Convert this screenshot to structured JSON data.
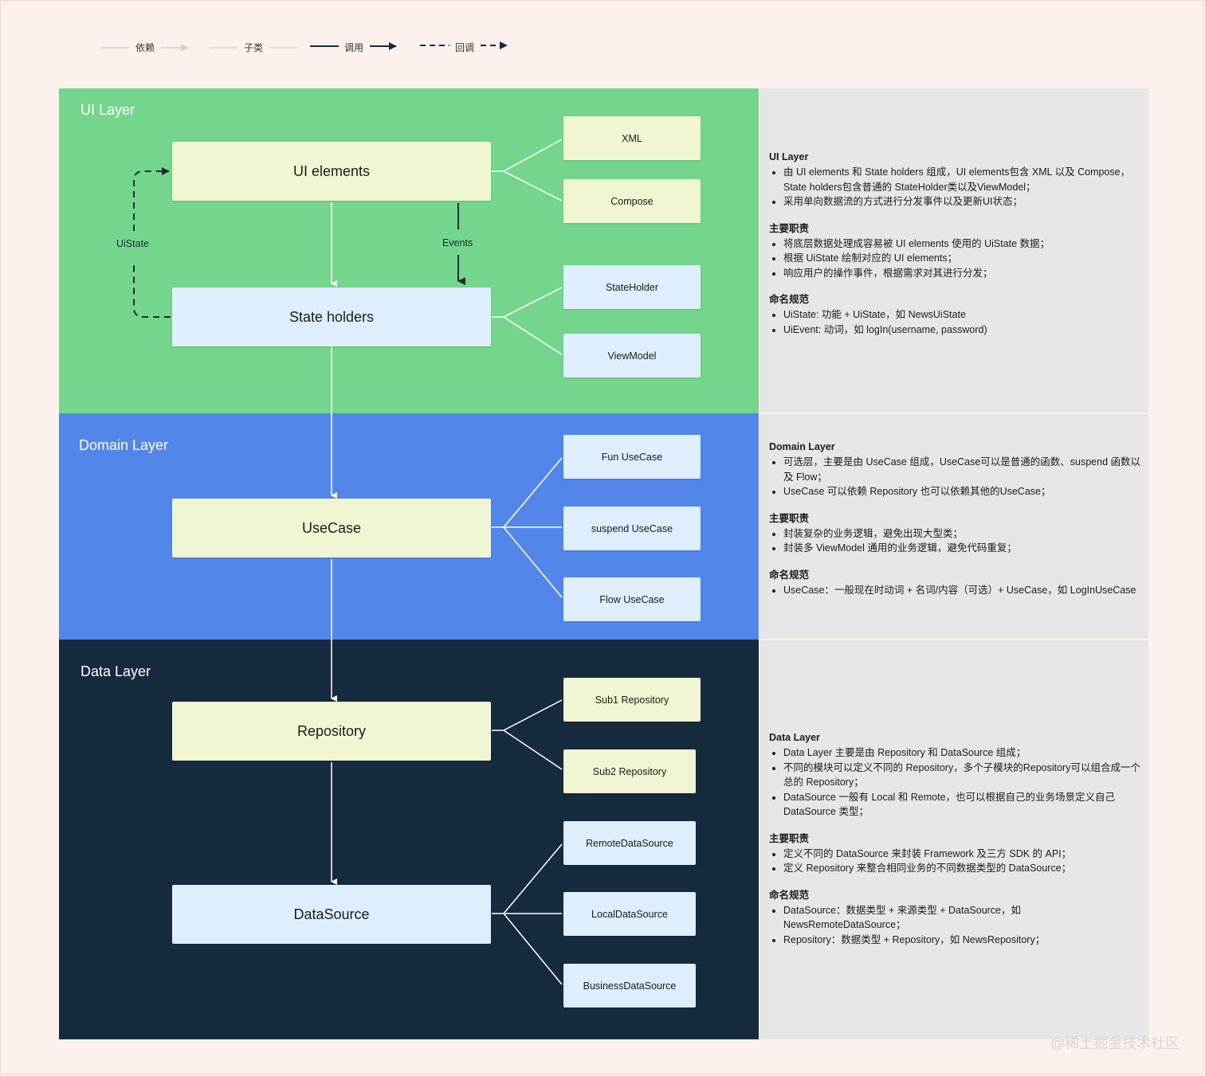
{
  "legend": {
    "dependency": "依赖",
    "subclass": "子类",
    "call": "调用",
    "callback": "回调"
  },
  "layers": {
    "ui": {
      "title": "UI Layer",
      "color": "#74d68c",
      "ui_elements": "UI elements",
      "state_holders": "State holders",
      "uistate_label": "UiState",
      "events_label": "Events",
      "xml": "XML",
      "compose": "Compose",
      "stateholder": "StateHolder",
      "viewmodel": "ViewModel"
    },
    "domain": {
      "title": "Domain Layer",
      "color": "#5287e9",
      "usecase": "UseCase",
      "fun_usecase": "Fun UseCase",
      "suspend_usecase": "suspend UseCase",
      "flow_usecase": "Flow UseCase"
    },
    "data": {
      "title": "Data Layer",
      "color": "#172b3f",
      "repository": "Repository",
      "datasource": "DataSource",
      "sub1": "Sub1 Repository",
      "sub2": "Sub2 Repository",
      "remote": "RemoteDataSource",
      "local": "LocalDataSource",
      "business": "BusinessDataSource"
    }
  },
  "notes": {
    "ui": {
      "heading": "UI Layer",
      "items": [
        "由 UI elements 和 State holders 组成，UI elements包含 XML 以及 Compose，State holders包含普通的 StateHolder类以及ViewModel；",
        "采用单向数据流的方式进行分发事件以及更新UI状态；"
      ],
      "duty_heading": "主要职责",
      "duties": [
        "将底层数据处理成容易被 UI elements 使用的 UiState 数据；",
        "根据 UiState 绘制对应的 UI elements；",
        "响应用户的操作事件，根据需求对其进行分发；"
      ],
      "naming_heading": "命名规范",
      "naming": [
        "UiState: 功能 + UiState，如 NewsUiState",
        "UiEvent: 动词，如 logIn(username, password)"
      ]
    },
    "domain": {
      "heading": "Domain Layer",
      "items": [
        "可选层，主要是由 UseCase 组成，UseCase可以是普通的函数、suspend 函数以及 Flow；",
        "UseCase 可以依赖 Repository 也可以依赖其他的UseCase；"
      ],
      "duty_heading": "主要职责",
      "duties": [
        "封装复杂的业务逻辑，避免出现大型类；",
        "封装多 ViewModel 通用的业务逻辑，避免代码重复；"
      ],
      "naming_heading": "命名规范",
      "naming": [
        "UseCase：一般现在时动词 + 名词/内容（可选）+ UseCase，如 LogInUseCase"
      ]
    },
    "data": {
      "heading": "Data Layer",
      "items": [
        "Data Layer 主要是由 Repository 和 DataSource 组成；",
        "不同的模块可以定义不同的 Repository，多个子模块的Repository可以组合成一个总的 Repository；",
        "DataSource 一般有 Local 和 Remote，也可以根据自己的业务场景定义自己 DataSource 类型；"
      ],
      "duty_heading": "主要职责",
      "duties": [
        "定义不同的 DataSource 来封装 Framework 及三方 SDK 的 API；",
        "定义 Repository 来整合相同业务的不同数据类型的 DataSource；"
      ],
      "naming_heading": "命名规范",
      "naming": [
        "DataSource：数据类型 + 来源类型 + DataSource，如 NewsRemoteDataSource；",
        "Repository：数据类型 + Repository，如 NewsRepository；"
      ]
    }
  },
  "watermark": "@稀土掘金技术社区"
}
